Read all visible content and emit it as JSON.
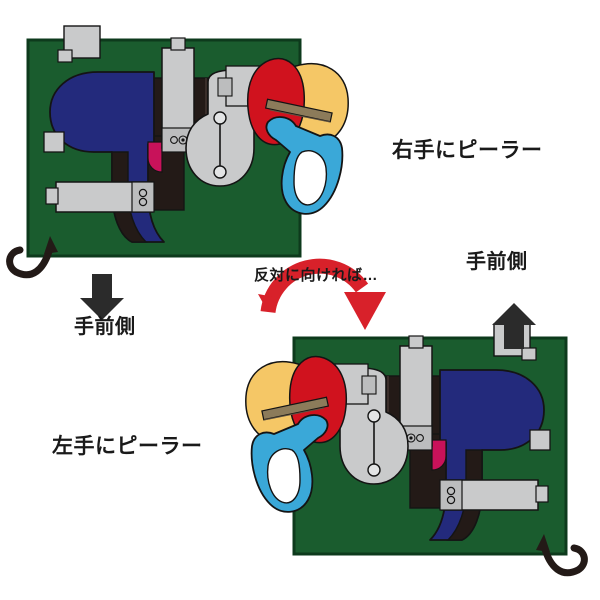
{
  "figure": {
    "title": "電動ピーラー取付け向き説明図",
    "background_color": "#ffffff"
  },
  "labels": {
    "right_peeler": "右手にピーラー",
    "left_peeler": "左手にピーラー",
    "front_side_top": "手前側",
    "front_side_bottom": "手前側",
    "reverse_note": "反対に向ければ…"
  },
  "colors": {
    "board_green": "#1a5c2e",
    "board_green_dark": "#12insufficient",
    "tool_blue": "#232a7c",
    "tool_black": "#231a17",
    "metal_gray": "#c9cacb",
    "metal_gray_dark": "#9a9b9c",
    "accent_magenta": "#c8125a",
    "grip_red": "#d0121e",
    "pad_yellow": "#f5c766",
    "peeler_cyan": "#3aa8d8",
    "arrow_red": "#d8212a",
    "arrow_dark": "#2b2b2b",
    "outline": "#1a1a1a",
    "text": "#1a1a1a"
  },
  "panels": [
    {
      "name": "top-panel",
      "position": "upper-left",
      "description": "緑のボードに青い電動工具が左向きに取付けられ、ピーラーが右端にある",
      "peeler_side": "right"
    },
    {
      "name": "bottom-panel",
      "position": "lower-right",
      "description": "緑のボードに青い電動工具が右向きに取付けられ、ピーラーが左端にある",
      "peeler_side": "left"
    }
  ],
  "arrows": [
    {
      "name": "top-down-arrow",
      "direction": "down",
      "color": "#2b2b2b"
    },
    {
      "name": "bottom-up-arrow",
      "direction": "up",
      "color": "#2b2b2b"
    },
    {
      "name": "rotate-arrow",
      "direction": "curved-clockwise",
      "color": "#d8212a"
    }
  ]
}
